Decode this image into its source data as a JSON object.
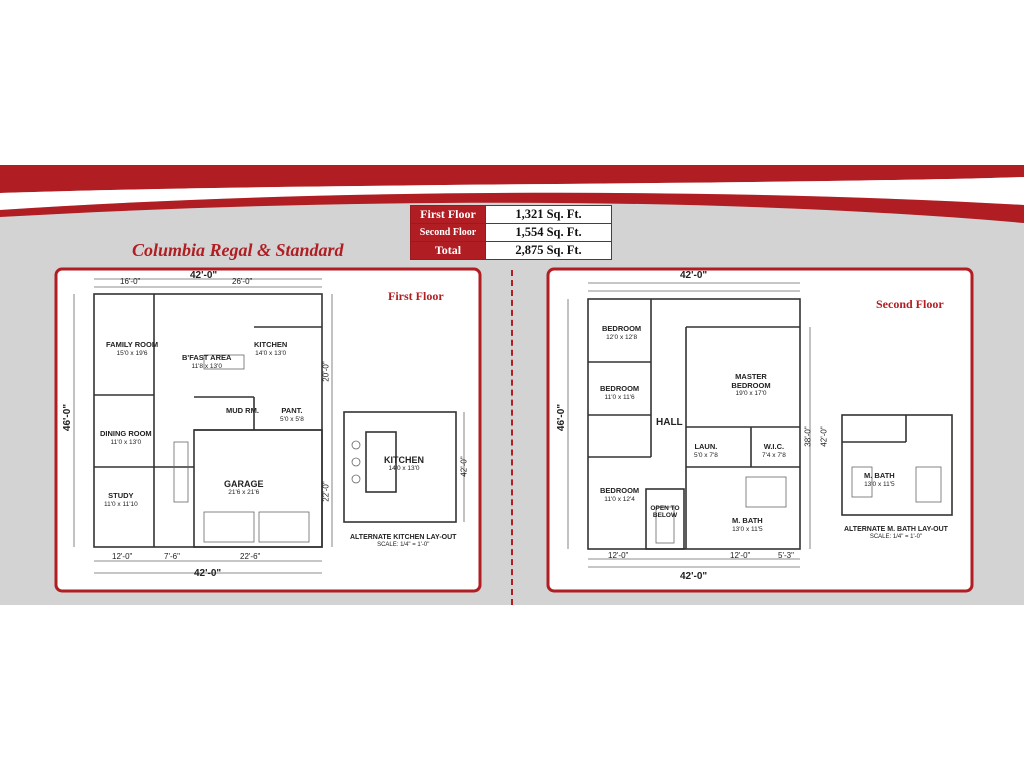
{
  "title": "Columbia Regal & Standard",
  "sqft_table": [
    {
      "label": "First Floor",
      "value": "1,321 Sq. Ft."
    },
    {
      "label": "Second Floor",
      "value": "1,554 Sq. Ft."
    },
    {
      "label": "Total",
      "value": "2,875 Sq. Ft."
    }
  ],
  "first_floor": {
    "label": "First Floor",
    "dims": {
      "top": "42'-0\"",
      "top_left": "16'-0\"",
      "top_right": "26'-0\"",
      "left": "46'-0\"",
      "bottom_left": "12'-0\"",
      "bottom_mid": "7'-6\"",
      "bottom_right": "22'-6\"",
      "bottom": "42'-0\"",
      "right_upper": "20'-0\"",
      "right_lower": "22'-0\""
    },
    "rooms": {
      "family": {
        "name": "FAMILY ROOM",
        "size": "15'0 x 19'6"
      },
      "bfast": {
        "name": "B'FAST AREA",
        "size": "11'8 x 13'0"
      },
      "kitchen": {
        "name": "KITCHEN",
        "size": "14'0 x 13'0"
      },
      "dining": {
        "name": "DINING ROOM",
        "size": "11'0 x 13'0"
      },
      "study": {
        "name": "STUDY",
        "size": "11'0 x 11'10"
      },
      "garage": {
        "name": "GARAGE",
        "size": "21'6 x 21'6"
      },
      "mud": {
        "name": "MUD RM.",
        "size": ""
      },
      "pant": {
        "name": "PANT.",
        "size": "5'0 x 5'8"
      }
    },
    "alt": {
      "kitchen": {
        "name": "KITCHEN",
        "size": "14'0 x 13'0"
      },
      "dim_right": "42'-0\"",
      "caption": "ALTERNATE KITCHEN LAY-OUT",
      "scale": "SCALE: 1/4\" = 1'-0\""
    }
  },
  "second_floor": {
    "label": "Second Floor",
    "dims": {
      "top": "42'-0\"",
      "left": "46'-0\"",
      "right_a": "38'-0\"",
      "right_b": "42'-0\"",
      "bottom_a": "12'-0\"",
      "bottom_b": "12'-0\"",
      "bottom_c": "5'-3\"",
      "bottom": "42'-0\""
    },
    "rooms": {
      "bed1": {
        "name": "BEDROOM",
        "size": "12'0 x 12'8"
      },
      "bed2": {
        "name": "BEDROOM",
        "size": "11'0 x 11'6"
      },
      "bed3": {
        "name": "BEDROOM",
        "size": "11'0 x 12'4"
      },
      "master": {
        "name": "MASTER BEDROOM",
        "size": "19'0 x 17'0"
      },
      "hall": {
        "name": "HALL",
        "size": ""
      },
      "laun": {
        "name": "LAUN.",
        "size": "5'0 x 7'8"
      },
      "wic": {
        "name": "W.I.C.",
        "size": "7'4 x 7'8"
      },
      "mbath": {
        "name": "M. BATH",
        "size": "13'0 x 11'5"
      },
      "open": {
        "name": "OPEN TO BELOW",
        "size": ""
      }
    },
    "alt": {
      "mbath": {
        "name": "M. BATH",
        "size": "13'0 x 11'5"
      },
      "caption": "ALTERNATE M. BATH LAY-OUT",
      "scale": "SCALE: 1/4\" = 1'-0\""
    }
  },
  "colors": {
    "brand_red": "#b01e23",
    "banner_gray": "#d3d3d3"
  }
}
